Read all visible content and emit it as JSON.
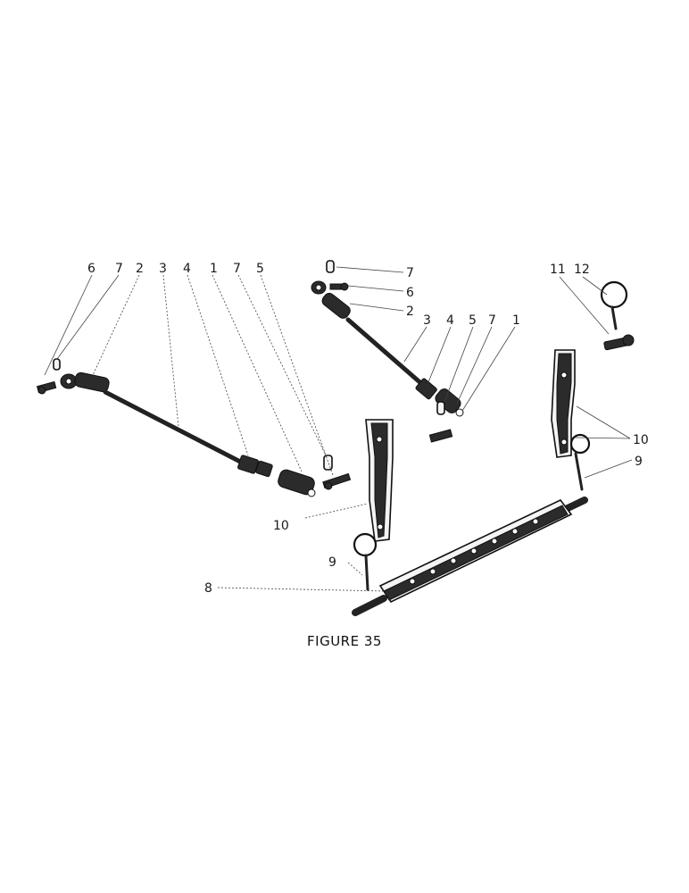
{
  "figure": {
    "caption": "FIGURE 35"
  },
  "callouts": {
    "left_link": [
      "6",
      "7",
      "2",
      "3",
      "4",
      "1",
      "7",
      "5"
    ],
    "top_link_right": [
      "7",
      "6",
      "2"
    ],
    "top_link_bottom": [
      "3",
      "4",
      "5",
      "7",
      "1"
    ],
    "pin_top": [
      "11",
      "12"
    ],
    "bracket_right": [
      "10",
      "9"
    ],
    "bracket_left": [
      "10",
      "9"
    ],
    "drawbar": "8"
  }
}
